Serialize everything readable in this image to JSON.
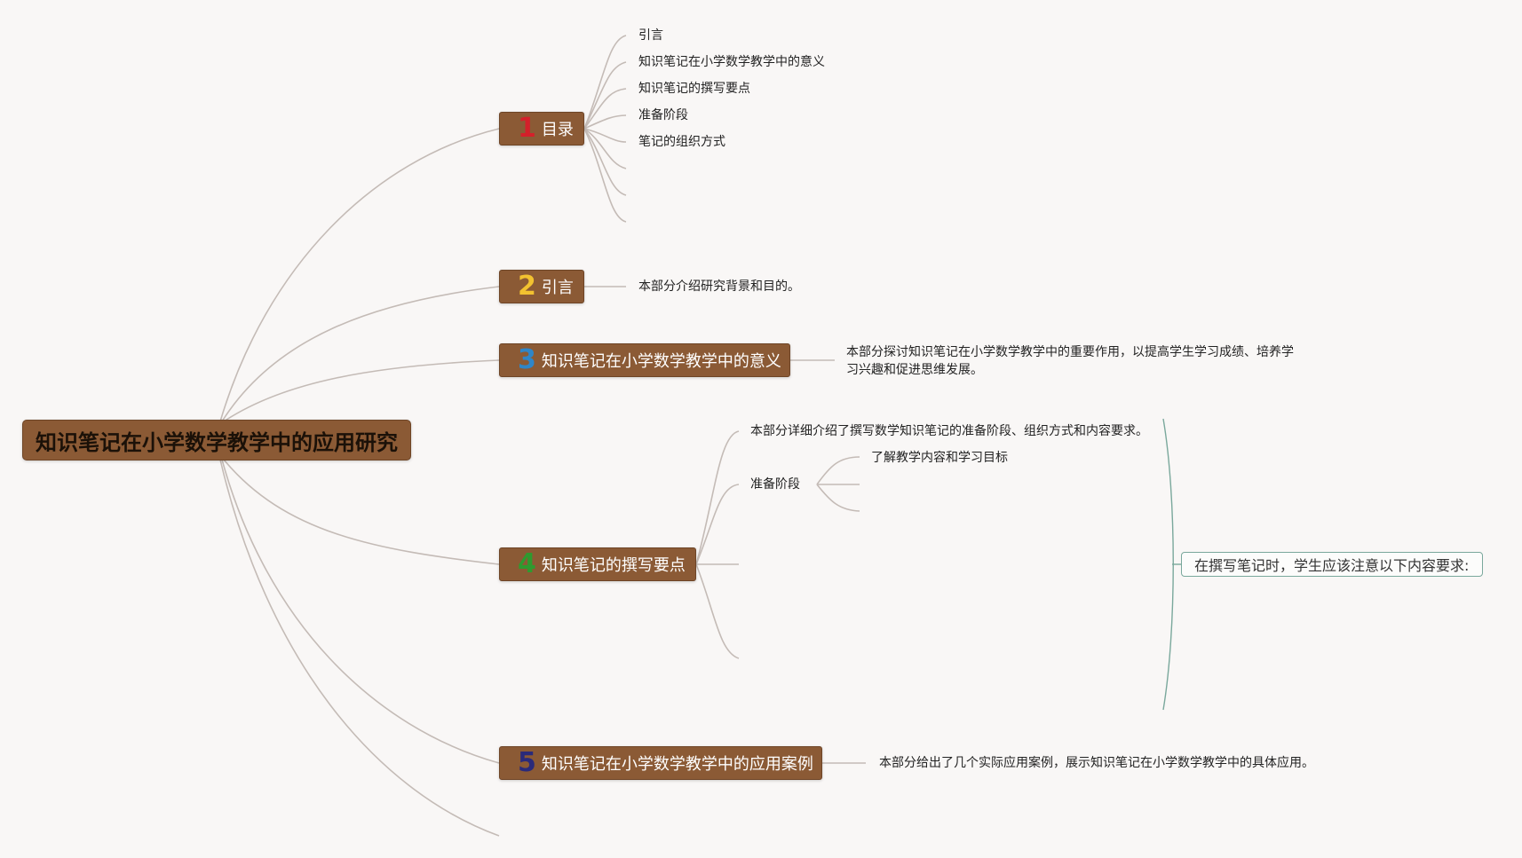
{
  "root": {
    "title": "知识笔记在小学数学教学中的应用研究"
  },
  "branches": [
    {
      "number": "1",
      "label": "目录",
      "number_color": "#d4202a"
    },
    {
      "number": "2",
      "label": "引言",
      "number_color": "#f2c230"
    },
    {
      "number": "3",
      "label": "知识笔记在小学数学教学中的意义",
      "number_color": "#2f86c8"
    },
    {
      "number": "4",
      "label": "知识笔记的撰写要点",
      "number_color": "#2f9a2f"
    },
    {
      "number": "5",
      "label": "知识笔记在小学数学教学中的应用案例",
      "number_color": "#2a2a7a"
    }
  ],
  "toc_items": [
    "引言",
    "知识笔记在小学数学教学中的意义",
    "知识笔记的撰写要点",
    "准备阶段",
    "笔记的组织方式"
  ],
  "intro_text": "本部分介绍研究背景和目的。",
  "significance_text": "本部分探讨知识笔记在小学数学教学中的重要作用，以提高学生学习成绩、培养学习兴趣和促进思维发展。",
  "writing_points": {
    "summary": "本部分详细介绍了撰写数学知识笔记的准备阶段、组织方式和内容要求。",
    "prep_stage": "准备阶段",
    "prep_child": "了解教学内容和学习目标"
  },
  "cases_text": "本部分给出了几个实际应用案例，展示知识笔记在小学数学教学中的具体应用。",
  "callout": "在撰写笔记时，学生应该注意以下内容要求:"
}
